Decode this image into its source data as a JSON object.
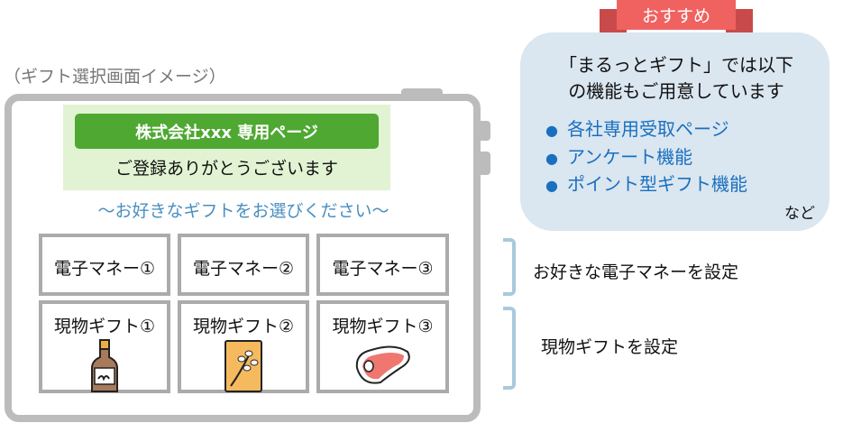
{
  "caption": "（ギフト選択画面イメージ）",
  "page_header": "株式会社xxx 専用ページ",
  "thanks": "ご登録ありがとうございます",
  "choose_prompt": "～お好きなギフトをお選びください～",
  "emoney": [
    "電子マネー①",
    "電子マネー②",
    "電子マネー③"
  ],
  "gifts": [
    {
      "label": "現物ギフト①",
      "icon": "bottle-icon"
    },
    {
      "label": "現物ギフト②",
      "icon": "rice-bag-icon"
    },
    {
      "label": "現物ギフト③",
      "icon": "meat-icon"
    }
  ],
  "side_labels": {
    "emoney": "お好きな電子マネーを設定",
    "gifts": "現物ギフトを設定"
  },
  "recommend": {
    "ribbon": "おすすめ",
    "title_line1": "「まるっとギフト」では以下",
    "title_line2": "の機能もご用意しています",
    "features": [
      "各社専用受取ページ",
      "アンケート機能",
      "ポイント型ギフト機能"
    ],
    "etc": "など"
  },
  "colors": {
    "green": "#4ea832",
    "blue": "#1a6fbf",
    "ribbon": "#f0625f",
    "panel": "#dae6f0"
  }
}
